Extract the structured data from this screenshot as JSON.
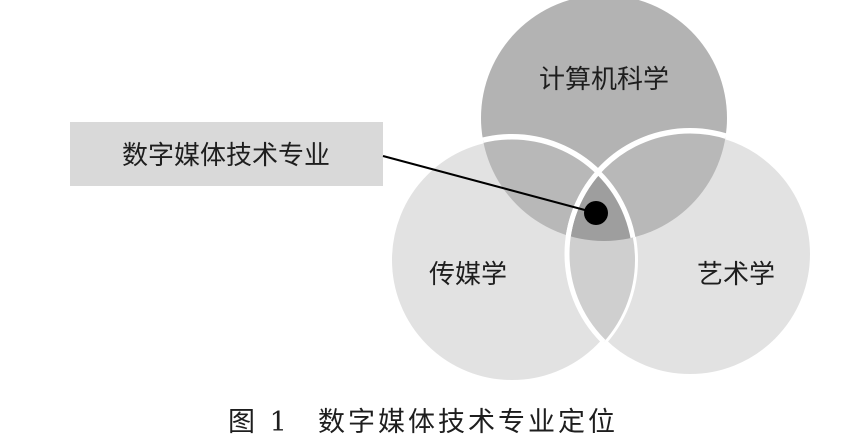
{
  "diagram": {
    "circles": [
      {
        "id": "cs",
        "label": "计算机科学",
        "fill": "#b3b3b3"
      },
      {
        "id": "media",
        "label": "传媒学",
        "fill": "#e2e2e2"
      },
      {
        "id": "art",
        "label": "艺术学",
        "fill": "#e2e2e2"
      }
    ],
    "callout": {
      "label": "数字媒体技术专业",
      "box_fill": "#d9d9d9",
      "marker_fill": "#000000"
    },
    "caption": {
      "number": "图 1",
      "title": "数字媒体技术专业定位"
    },
    "colors": {
      "overlap_two": "#b8b8b8",
      "overlap_three": "#9e9e9e",
      "border": "#ffffff",
      "text": "#1e1e1e",
      "leader_line": "#000000"
    }
  }
}
